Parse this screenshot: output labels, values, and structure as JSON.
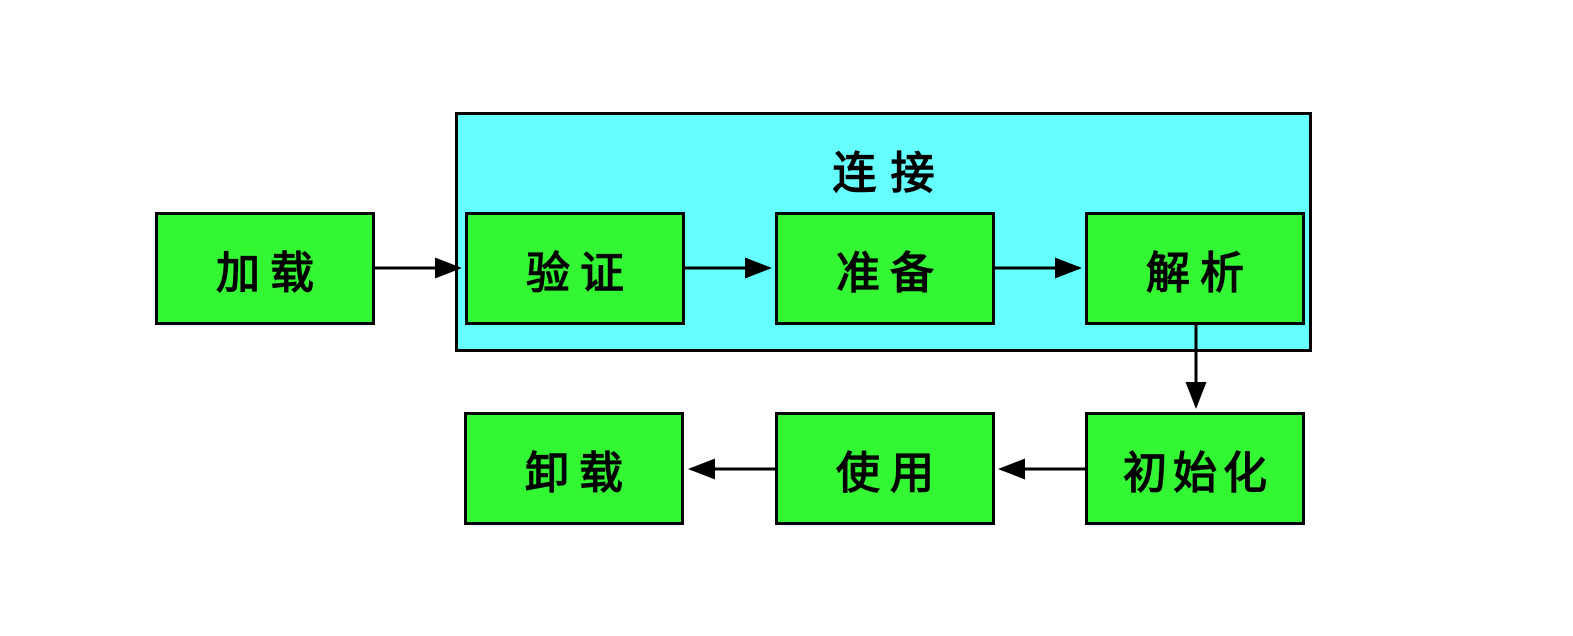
{
  "diagram": {
    "container": {
      "title": "连接"
    },
    "nodes": {
      "load": {
        "label": "加载"
      },
      "verify": {
        "label": "验证"
      },
      "prepare": {
        "label": "准备"
      },
      "resolve": {
        "label": "解析"
      },
      "initialize": {
        "label": "初始化"
      },
      "use": {
        "label": "使用"
      },
      "unload": {
        "label": "卸载"
      }
    },
    "edges": [
      {
        "from": "load",
        "to": "verify"
      },
      {
        "from": "verify",
        "to": "prepare"
      },
      {
        "from": "prepare",
        "to": "resolve"
      },
      {
        "from": "resolve",
        "to": "initialize"
      },
      {
        "from": "initialize",
        "to": "use"
      },
      {
        "from": "use",
        "to": "unload"
      }
    ],
    "colors": {
      "node_fill": "#33f733",
      "container_fill": "#66ffff",
      "border": "#000000",
      "background": "#ffffff"
    }
  }
}
